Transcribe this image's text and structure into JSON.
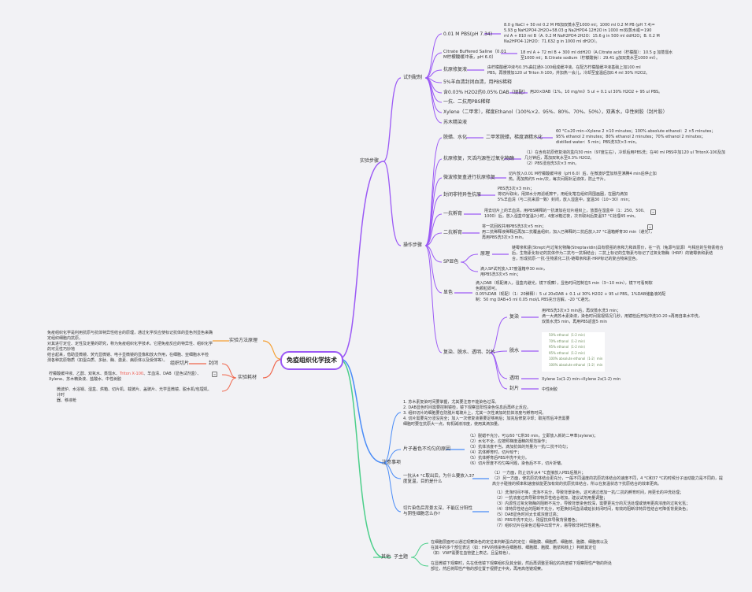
{
  "center": "免疫组织化学技术",
  "colors": {
    "purple": "#9b59f5",
    "blue": "#4a8cf7",
    "green": "#4ccf8a",
    "orange": "#f5a033",
    "red": "#f0654a"
  },
  "left": {
    "principle": {
      "label": "实验方法原理",
      "text": "免疫组织化学是利用抗原与抗体特异性结合的原理，通过化学反应使标记抗体的显色剂显色来确定组织细胞内抗原，\n对其进行定位、定性及定量的研究，称为免疫组织化学技术。它把免疫反应的特异性、组织化学的可见性巧妙地\n结合起来，借助显微镜、荧光显微镜、电子显微镜的显像和放大作用，在细胞、亚细胞水平检\n测各种抗原物质（如蛋白质、多肽、酶、激素、病原体以及受体等）。"
    },
    "materials": {
      "label": "实验耗材",
      "block": "封闭",
      "block_child": "组织切片",
      "reagents_pre": "柠檬酸缓冲液、乙醇、双氧水、蒸馏水、",
      "reagents_red": "Triton X-100",
      "reagents_post": "、羊血清、DAB（显色试剂盒）、\nXylene、苏木精染液、盐酸水、中性树胶",
      "equipment": "微波炉、水浴锅、湿盒、烘箱、切片机、载玻片、盖玻片、光学显微镜、脱水机/包埋机、计时\n器、移液枪"
    }
  },
  "steps": {
    "label": "实验步骤",
    "reagents": {
      "label": "试剂配制",
      "items": [
        {
          "label": "0.01 M PBS(pH 7.34)",
          "detail": "8.0 g NaCl + 50 ml 0.2 M PB加双蒸水至1000 ml；1000 ml 0.2 M PB (pH 7.4)=\n5.93 g NaH2PO4·2H2O+58.03 g Na2HPO4·12H2O in 1000 ml双蒸水或＝190\nml A + 810 ml B（A. 0.2 M NaH2PO4·2H2O：15.6 g in 500 ml ddH2O；B. 0.2 M\nNa2HPO4·12H2O：71.632 g in 1000 ml dH2O）。"
        },
        {
          "label": "Citrate Buffered Saline（0.01\nM柠檬酸缓冲液，pH 6.0）",
          "detail": "18 ml A + 72 ml B + 300 ml ddH2O（A.Citrate acid（柠檬酸）：10.5 g 加蒸馏水\n至1000 ml；B.Citrate sodium（柠檬酸钠）：29.41 g加双蒸水至1000 ml）。"
        },
        {
          "label": "抗原修复液",
          "detail": "由柠檬酸缓冲液与0.3%曲拉通X-100组成缓冲液。在配方柠檬酸缓冲液基础上加100 ml\nPBS，再慢慢加120 ul Triton X-100，并加热一会儿，冷却至室温后加0.4 ml 30% H2O2。"
        },
        {
          "label": "5%羊血清封闭血清，用PBS稀释",
          "detail": ""
        },
        {
          "label": "含0.03% H2O2的0.05% DAB（现配）",
          "detail": "用20&times;DAB（1%，10 mg/ml）5 ul + 0.1 ul 30% H2O2 + 95 ul PBS。"
        },
        {
          "label": "一抗、二抗用PBS稀释",
          "detail": ""
        },
        {
          "label": "Xylene（二甲苯），梯度Ethanol（100%×2、95%、80%、70%、50%），双蒸水，中性树胶（封片胶）",
          "detail": ""
        },
        {
          "label": "苏木精染液",
          "detail": ""
        }
      ]
    },
    "procedure": {
      "label": "操作步骤",
      "items": [
        {
          "label": "脱蜡、水化",
          "mid": "二甲苯脱蜡，梯度酒精水化",
          "detail": "60 °C≥20 min→Xylene 2 ×10 minutes；100% absolute ethanol：2 ×5 minutes；\n95% ethanol 2 minutes；80% ethanol 2 minutes；70% ethanol 2 minutes；\ndistilled water：5 min；PBS洗3次×3 min。"
        },
        {
          "label": "抗原修复，灭活内源性过氧化物酶",
          "detail": "（1）在含有抗原修复液的盒内30 min（97度左右），冷却后用PBS洗；在40 ml PBS中加120 ul TritonX-100及加\n几分钟后，再加双氧水至0.3% H2O2。\n（2）PBS浸泡洗3次×3 min。"
        },
        {
          "label": "微波修复盒进行抗原修复",
          "detail": "切片放入0.01 M柠檬酸缓冲液（pH 6.0）后，在微波炉里加热至沸腾4 min后停止加\n热，再加热约5 min/次，每次间隔补足液体，防止干片。"
        },
        {
          "label": "封闭非特异性抗原",
          "detail": "PBS洗3次×3 min；\n将切片取出，甩掉水分用滤纸擦干，用组化笔在组织周围画圈，在圈内滴加\n5%羊血清（与二抗来源一致）封闭，放入湿盒中，室温30（10~30）min；"
        },
        {
          "label": "一抗孵育",
          "detail": "甩去切片上的羊血清，用PBS稀释的一抗滴加在切片组织上，放置在湿盒中（1：250、500、\n1000）后，放入湿盒中室温2小时，4度冰箱过夜，次日取出后复温37 °C处理45 min。"
        },
        {
          "label": "二抗孵育",
          "detail": "将一抗回收并用PBS洗3次×5 min；\n用二抗稀释液稀释后再加二抗覆盖组织，加入已稀释的二抗后放入37 °C温箱孵育30 min（避光），\n再用PBS洗3次×3 min。"
        },
        {
          "label": "SP显色",
          "children": [
            {
              "label": "原理",
              "detail": "链霉亲和素(Strept)与过氧化物酶(Streptavidin)具有很强的亲和力和四原价，在一抗（兔源与鼠源）与相应的生物素结合\n后，生物素化标记的抗体作为二抗与一抗相结合；二抗上标记的生物素与标记了过氧化物酶（HRP）的链霉亲和素结\n合，形成抗原-一抗-生物素化二抗-链霉亲和素-HRP标记的复合物来显色。"
            },
            {
              "label": "",
              "detail": "滴入SP试剂放入37度温箱中30 min，\n用PBS洗3次×5 min；"
            }
          ]
        },
        {
          "label": "显色",
          "detail": "滴入DAB（现配滴入，湿盒内避光，镜下观察），显色时间控制在5 min（3~10 min），镜下可看到棕\n色颗粒即可。\n0.05%DAB（现配）（1：20稀释）：5 ul 20xDAB + 0.1 ul 30% H2O2 + 95 ul PBS。1%DAB储备液的配\n制：50 mg DAB+5 ml 0.05 mol/L PBS充分溶解，-20 °C避光。"
        },
        {
          "label": "复染、脱水、透明、封片",
          "children": [
            {
              "label": "复染",
              "detail": "用PBS洗3次×3 min后，再双蒸水洗3 min；\n滴一大滴苏木素染液，染色时间需视情况几秒，用镜检后开始冲洗10-20 s再用自来水冲洗，\n双蒸水洗5 min，再用PBS返蓝5 min"
            },
            {
              "label": "脱水",
              "detail": "",
              "image": [
                "50% ethanol（1-2 min）",
                "70% ethanol（1-2 min）",
                "95% ethanol（1-2 min）",
                "95% ethanol（1-2 min）",
                "100% absolute ethanol（1-2）min",
                "100% absolute ethanol（1-2）min"
              ]
            },
            {
              "label": "透明",
              "detail": "Xylene 1x(1-2) min→Xylene 2x(1-2) min"
            },
            {
              "label": "封片",
              "detail": "中性树胶"
            }
          ]
        }
      ]
    }
  },
  "notes": {
    "label": "注意事项",
    "general": "1. 苏木素复染时间要掌握，尤其要注意不能染色过深。\n2. DAB显色时间需要控制镜检，镜下观察显阳性染色信息后再终止反应。\n3. 组织切片的细胞要在防脱片载玻片上，尤其一次性滴加的抗体浓度与孵育时间。\n4. 切片需要充分浸没完全；加入一次修复液量要足够用后；加完后修复冷却；取完然后冲洗需要\n    细胞时要在抗原大一点，有机碱液浓度，使用其滴加量。",
    "items": [
      {
        "label": "片子着色不均匀的原因",
        "detail": "（1）脱蜡不充分，可以60 °C烘30 min，立即放入新的二甲苯(xylene)；\n（2）水化不全，应按照梯度酒精的规范操作；\n（3）抗体浓度不当，滴加抗体的剂量为一抗/二抗不均匀；\n（4）抗体孵育时，切片晾干；\n（5）抗体孵育后PBS冲洗不充分。\n（6）切片厚度不均匀等问题，染色后不平，切片折皱。"
      },
      {
        "label": "一抗从4 °C取出后，为什么要放入37\n度复温，目的是什么",
        "detail": "（1）一方面，防止切片从4 °C直接放入PBS后脱片；\n（2）另一方面，使抗原抗体结合更充分，一般不同温度的抗原抗体结合的速度不同，4 °C和37 °C的时候分子运动能力是不同的，提\n高分子碰撞的频率和速度就能更加有效的抗原抗体结合，所以在复温状态下抗原结合的效率更高。"
      },
      {
        "label": "切片染色后背景太深，不能区分阳性\n与阴性细胞怎么办?",
        "detail": "（1）洗涤时间不够，洗涤不充分，导致背景染色，这可通过增加一抗/二抗的孵育时间，用更长的冲洗处理；\n（2）一抗浓度过高导致非特异性结合增加，建议试剂用量调整；\n（3）内源性过氧化物酶的阻断不充分，导致背景染色较深，需要更充分的灭活处理或使用更高浓度的过氧化氢；\n（4）非特异性结合的阻断不充分，可更换封闭血清或延长封闭时间，有效的阻断非特异性结合可降低背景染色；\n（5）DAB显色时间太长或浓度过高；\n（6）PBS冲洗不充分，残留抗体导致背景着色；\n（7）组织切片在染色过程中出现干片，易导致非特异性着色。"
      }
    ]
  },
  "other": {
    "label": "其他",
    "sub": "子主题",
    "texts": [
      "在细胞层面可以通过观察染色的定位来判断蛋白的定位：细胞膜、细胞质、细胞核、胞膜、细胞核以及\n在其中的多个部位表达（如：HPV的核染色在细胞核、细胞膜、胞膜、胞浆和核上）判断其定位\n（如：VWF需要在血管壁上表达，且呈棕色）。",
      "在显微镜下观察时，先在低倍镜下观察组织及其全貌，然后再调整至相应的高倍镜下观察阳性产物的所处\n部位，然后将阳性产物的部位置于视野正中央，再用高倍镜观察。"
    ]
  }
}
